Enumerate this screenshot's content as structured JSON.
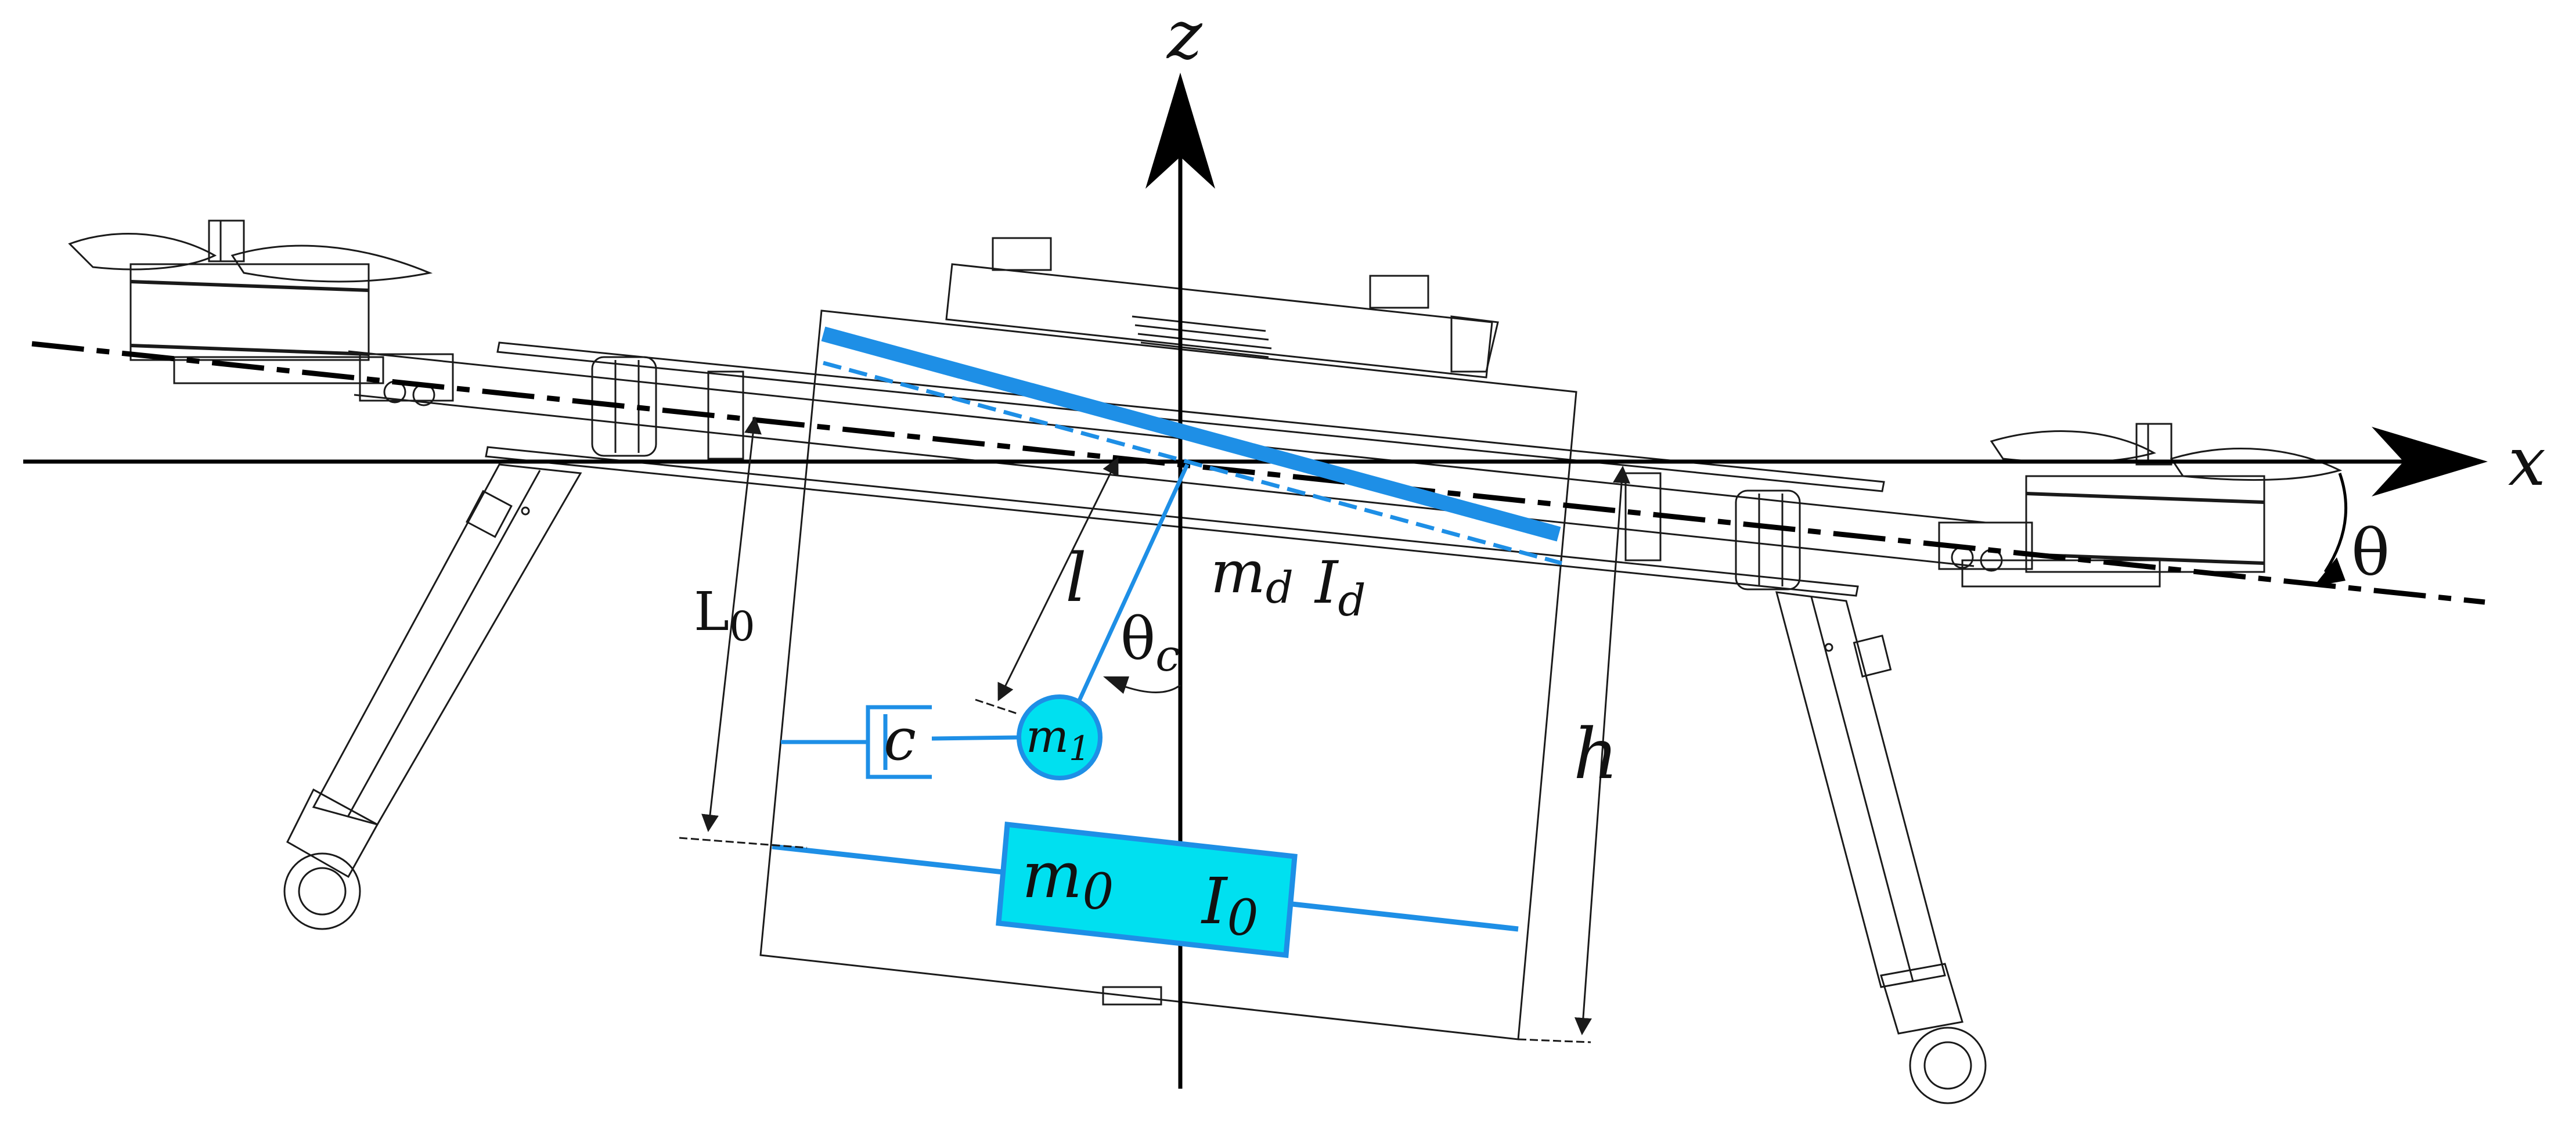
{
  "axes": {
    "x_label": "x",
    "z_label": "z",
    "angle_label": "θ"
  },
  "dimensions": {
    "L0": "L",
    "L0_sub": "0",
    "h": "h",
    "l": "l"
  },
  "labels": {
    "md": "m",
    "md_sub": "d",
    "Id": "I",
    "Id_sub": "d",
    "theta_c": "θ",
    "theta_c_sub": "c",
    "c": "c",
    "m1": "m",
    "m1_sub": "1",
    "m0": "m",
    "m0_sub": "0",
    "I0": "I",
    "I0_sub": "0"
  },
  "colors": {
    "model_blue": "#1e8fe6",
    "mass_fill": "#00e0f0",
    "ink": "#1a1a1a"
  }
}
